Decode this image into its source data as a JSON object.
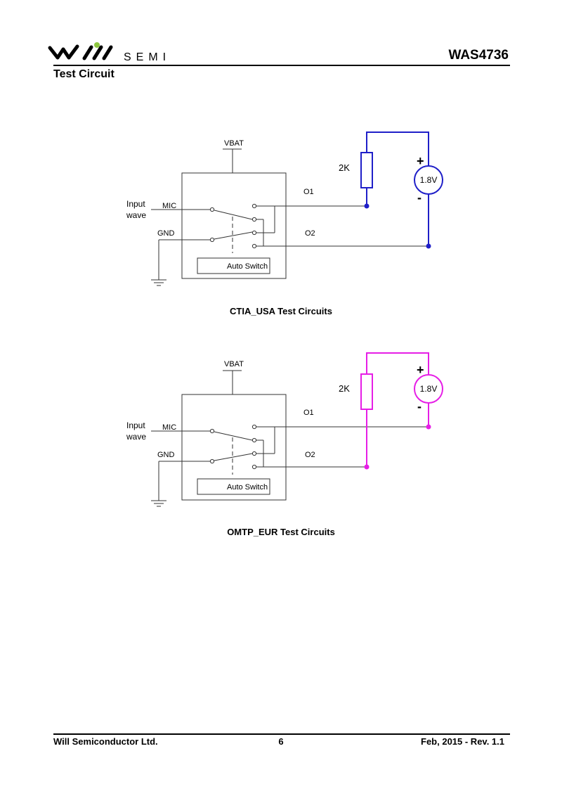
{
  "header": {
    "brand": "SEMI",
    "part_number": "WAS4736",
    "brand_accent_color": "#8dc63f"
  },
  "section_title": "Test Circuit",
  "circuits": [
    {
      "caption": "CTIA_USA Test Circuits",
      "vbat": "VBAT",
      "input_label_1": "Input",
      "input_label_2": "wave",
      "mic": "MIC",
      "gnd": "GND",
      "o1": "O1",
      "o2": "O2",
      "auto_switch": "Auto Switch",
      "resistor": "2K",
      "source": "1.8V",
      "plus": "+",
      "minus": "-",
      "color": "#1f1fc8"
    },
    {
      "caption": "OMTP_EUR Test Circuits",
      "vbat": "VBAT",
      "input_label_1": "Input",
      "input_label_2": "wave",
      "mic": "MIC",
      "gnd": "GND",
      "o1": "O1",
      "o2": "O2",
      "auto_switch": "Auto Switch",
      "resistor": "2K",
      "source": "1.8V",
      "plus": "+",
      "minus": "-",
      "color": "#e61ee6"
    }
  ],
  "footer": {
    "company": "Will Semiconductor Ltd.",
    "page": "6",
    "revision": "Feb, 2015 - Rev. 1.1"
  }
}
